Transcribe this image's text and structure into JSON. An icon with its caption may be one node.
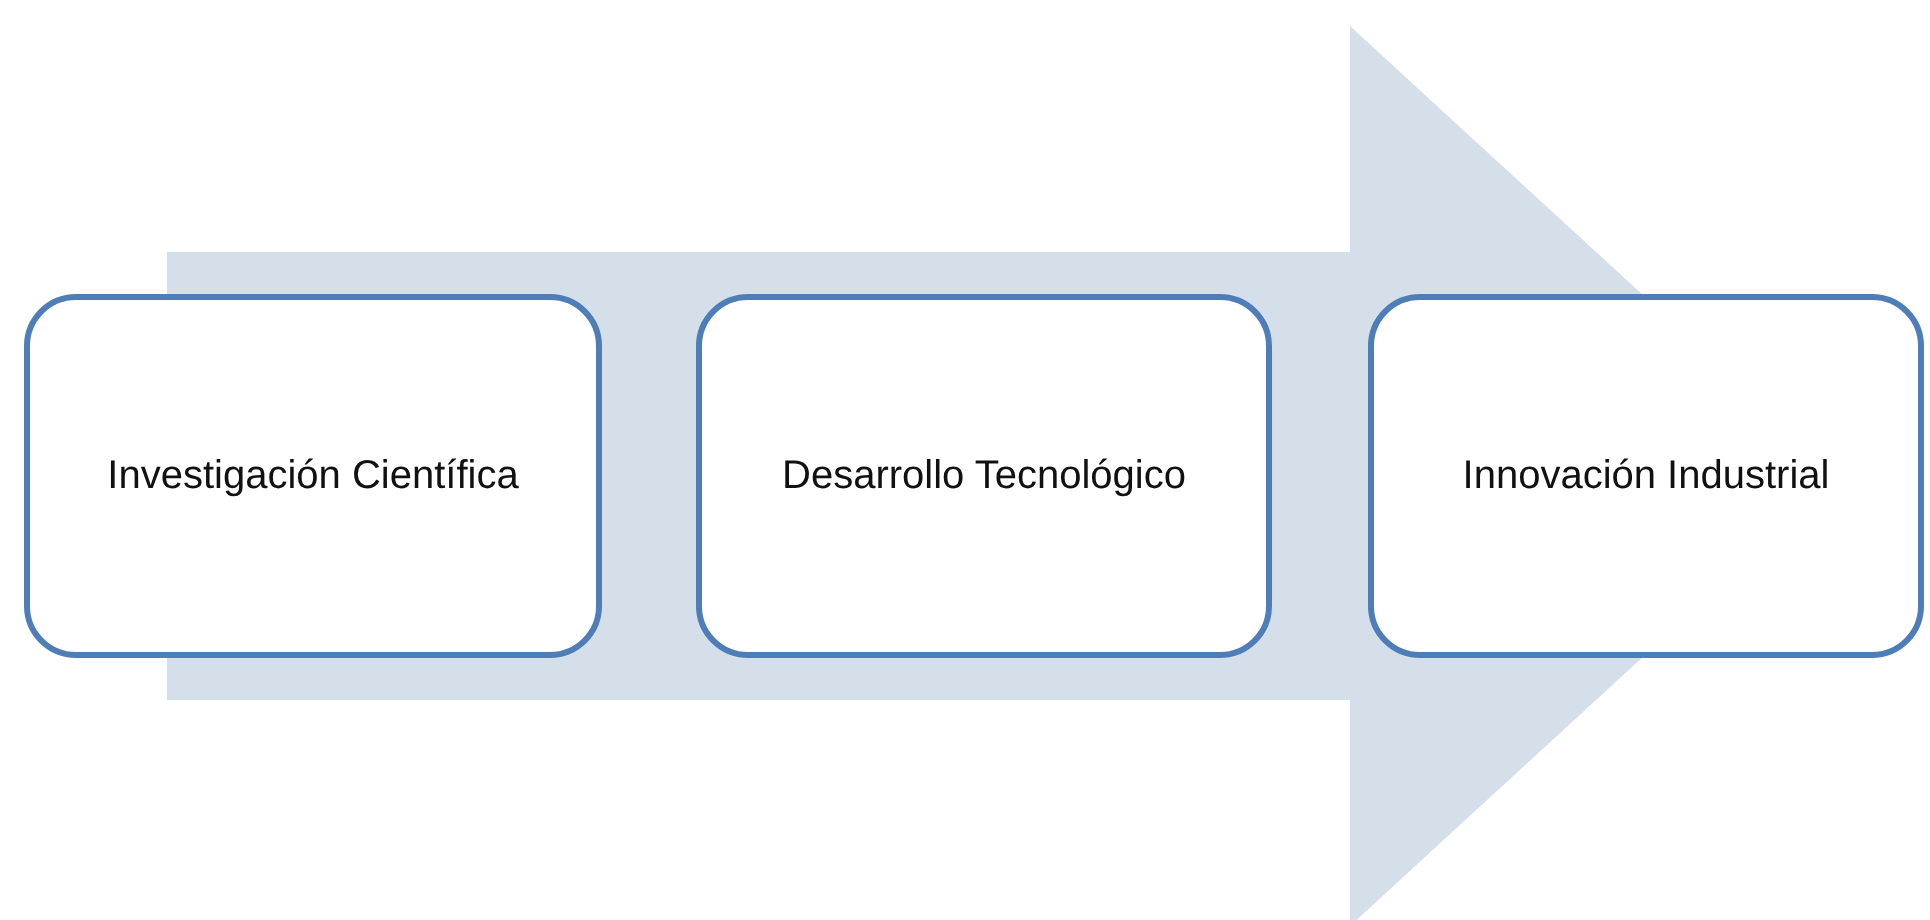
{
  "diagram": {
    "nodes": [
      {
        "text": [
          "Investigación Científica"
        ]
      },
      {
        "text": [
          "Desarrollo Tecnológico"
        ]
      },
      {
        "text": [
          "Innovación Industrial"
        ]
      }
    ],
    "edges": [
      {
        "from": 0,
        "to": 2,
        "arrow": "to",
        "style": "thick"
      }
    ]
  }
}
